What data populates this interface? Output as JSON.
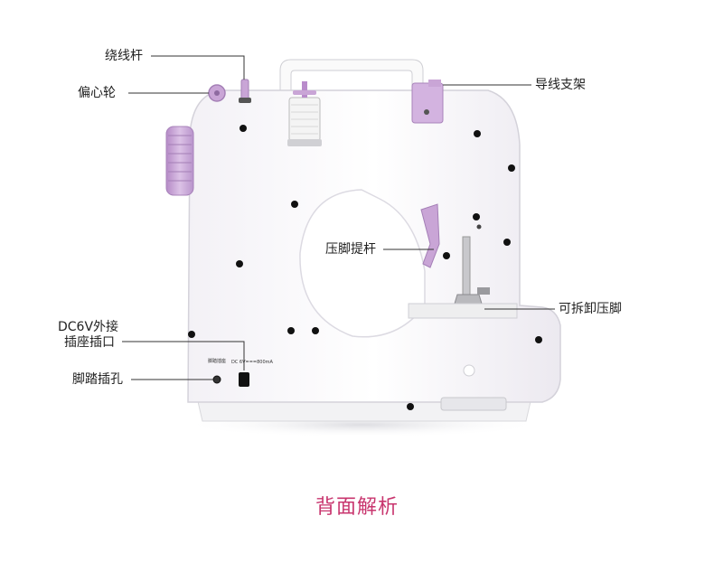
{
  "title": "背面解析",
  "labels": {
    "winder_shaft": "绕线杆",
    "eccentric_wheel": "偏心轮",
    "thread_guide": "导线支架",
    "presser_lever": "压脚提杆",
    "removable_foot": "可拆卸压脚",
    "dc_jack_line1": "DC6V外接",
    "dc_jack_line2": "插座插口",
    "pedal_jack": "脚踏插孔"
  },
  "panel_text": {
    "pedal_small": "脚踏插座",
    "dc_small": "DC 6V===800mA"
  },
  "colors": {
    "title": "#c8356e",
    "accent_lilac": "#c9a5d6",
    "body": "#ffffff",
    "line": "#333333"
  }
}
